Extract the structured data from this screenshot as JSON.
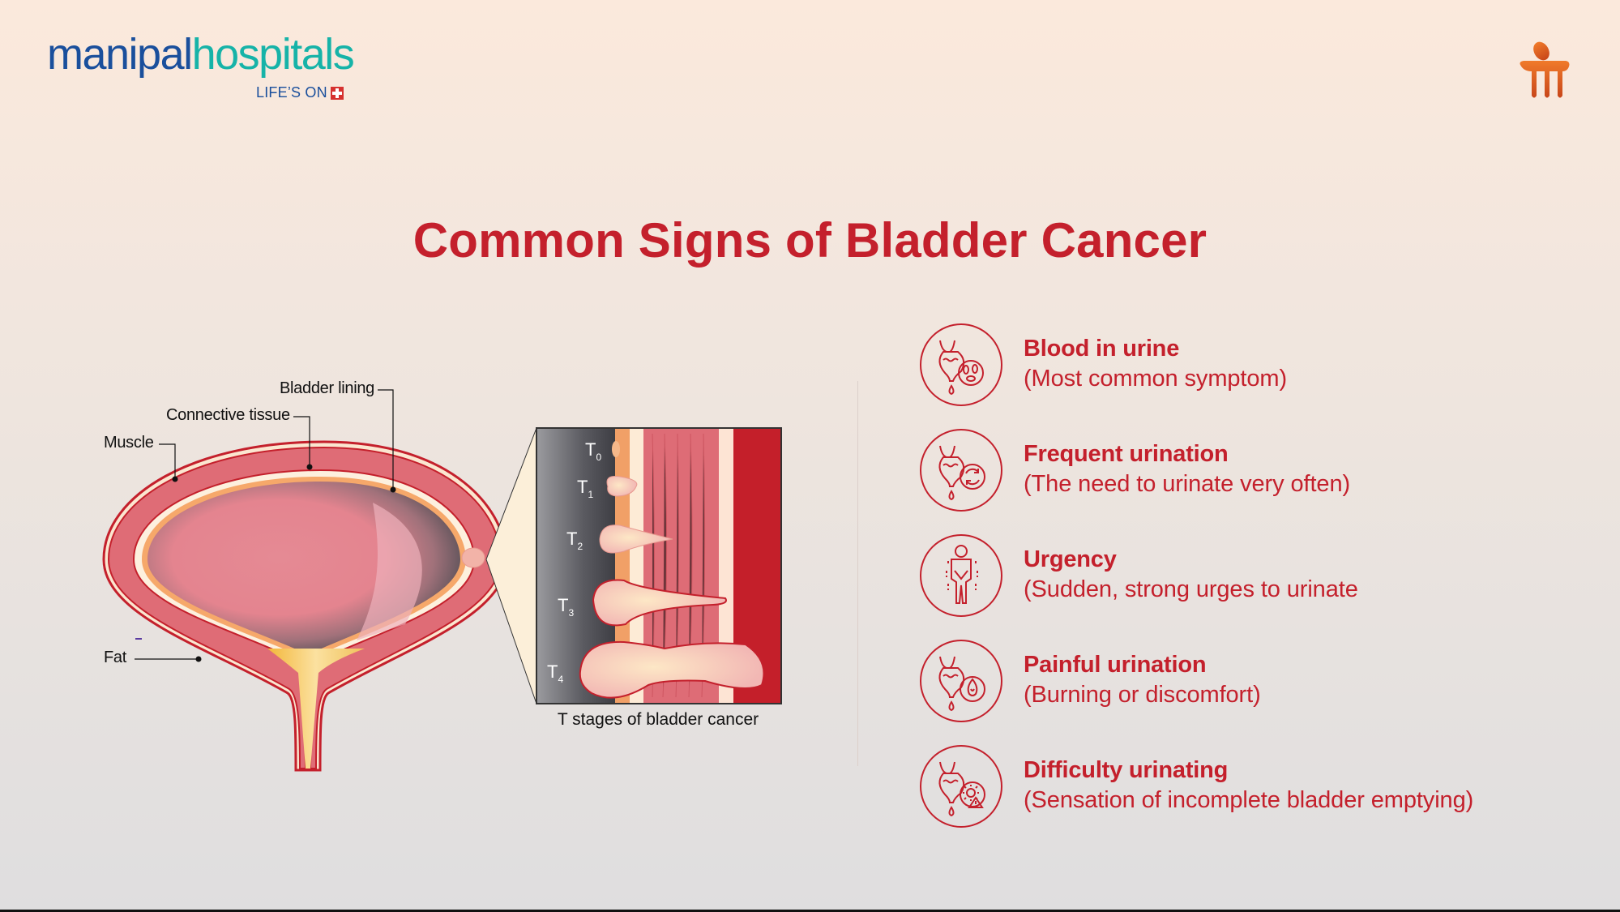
{
  "brand": {
    "logo_part1": "manipal",
    "logo_part2": "hospitals",
    "tagline": "LIFE’S ON",
    "colors": {
      "blue": "#1a4f9c",
      "teal": "#16b3a8",
      "red": "#d6312f",
      "orange": "#e8631c"
    }
  },
  "title": "Common Signs of Bladder Cancer",
  "diagram": {
    "labels": {
      "bladder_lining": "Bladder lining",
      "connective_tissue": "Connective tissue",
      "muscle": "Muscle",
      "fat": "Fat"
    },
    "stages": [
      "T",
      "T",
      "T",
      "T",
      "T"
    ],
    "stage_subs": [
      "0",
      "1",
      "2",
      "3",
      "4"
    ],
    "caption": "T stages of bladder cancer"
  },
  "symptoms": [
    {
      "icon": "blood-in-urine-icon",
      "title": "Blood in urine",
      "desc": "(Most common symptom)"
    },
    {
      "icon": "frequent-urination-icon",
      "title": "Frequent urination",
      "desc": "(The need to urinate very often)"
    },
    {
      "icon": "urgency-icon",
      "title": "Urgency",
      "desc": "(Sudden, strong urges to urinate"
    },
    {
      "icon": "painful-urination-icon",
      "title": "Painful urination",
      "desc": "(Burning or discomfort)"
    },
    {
      "icon": "difficulty-urinating-icon",
      "title": "Difficulty urinating",
      "desc": "(Sensation of incomplete bladder emptying)"
    }
  ],
  "accent_color": "#c4202c"
}
